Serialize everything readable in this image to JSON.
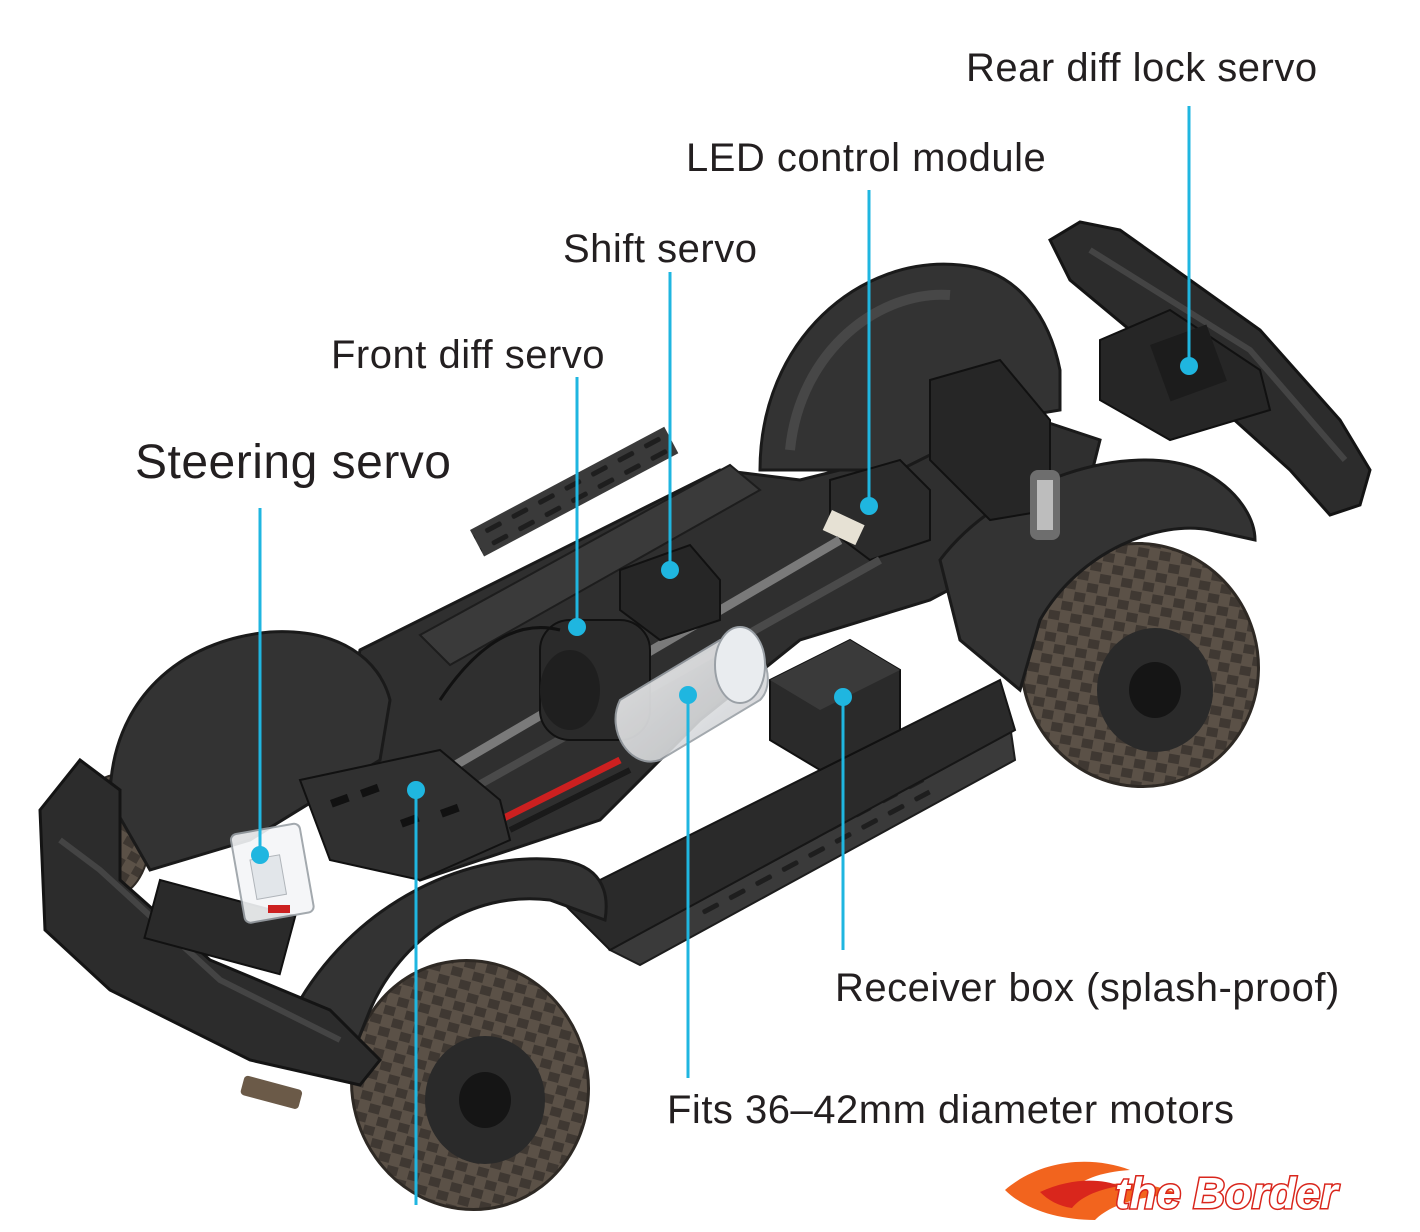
{
  "labels": {
    "rear_diff_lock_servo": "Rear diff lock servo",
    "led_control_module": "LED control module",
    "shift_servo": "Shift servo",
    "front_diff_servo": "Front diff servo",
    "steering_servo": "Steering servo",
    "receiver_box": "Receiver box (splash-proof)",
    "motor_fit": "Fits 36–42mm diameter motors"
  },
  "logo": {
    "text": "the Border"
  },
  "colors": {
    "callout": "#1fb6e0",
    "chassis": "#2b2b2b",
    "chassis_light": "#4a4a4a",
    "tire": "#5b5147",
    "text": "#231f20",
    "logo_orange": "#f2641e",
    "logo_red": "#d9261c"
  }
}
